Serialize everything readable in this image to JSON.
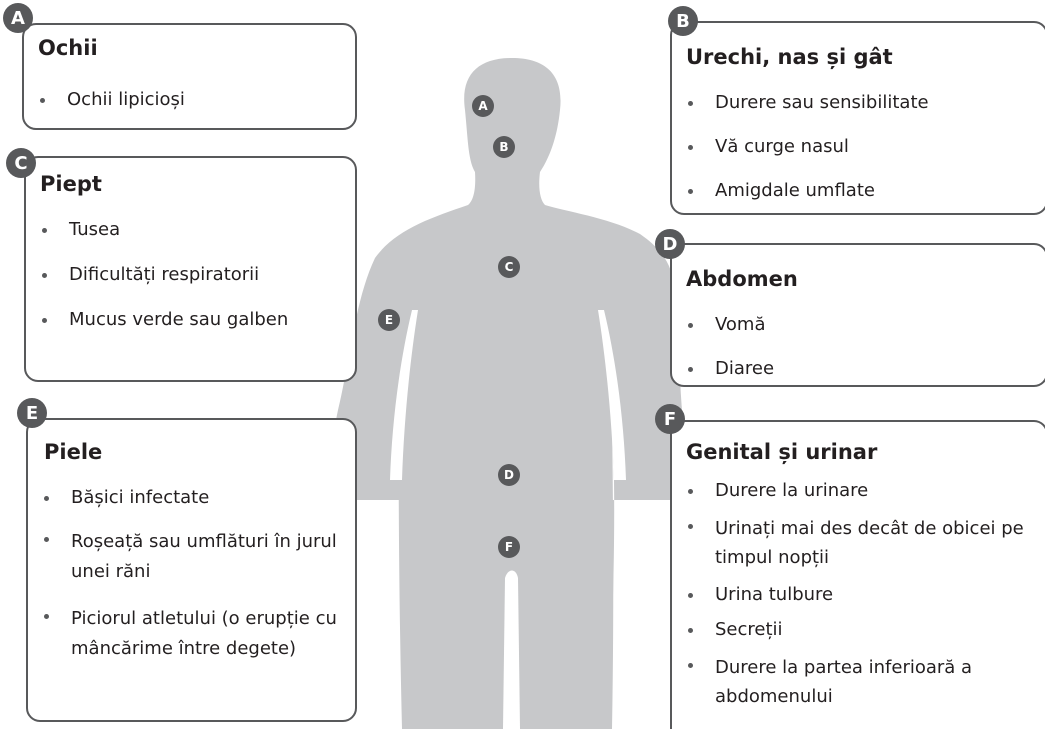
{
  "figure": {
    "body_color": "#c7c8ca",
    "accent_color": "#58595b",
    "border_color": "#58595b"
  },
  "markers": [
    {
      "letter": "A"
    },
    {
      "letter": "B"
    },
    {
      "letter": "C"
    },
    {
      "letter": "D"
    },
    {
      "letter": "E"
    },
    {
      "letter": "F"
    }
  ],
  "sections": {
    "A": {
      "letter": "A",
      "title": "Ochii",
      "items": [
        "Ochii lipicioși"
      ]
    },
    "B": {
      "letter": "B",
      "title": "Urechi, nas și gât",
      "items": [
        "Durere sau sensibilitate",
        "Vă curge nasul",
        "Amigdale umflate"
      ]
    },
    "C": {
      "letter": "C",
      "title": "Piept",
      "items": [
        "Tusea",
        "Dificultăți respiratorii",
        "Mucus verde sau galben"
      ]
    },
    "D": {
      "letter": "D",
      "title": "Abdomen",
      "items": [
        "Vomă",
        "Diaree"
      ]
    },
    "E": {
      "letter": "E",
      "title": "Piele",
      "items": [
        "Bășici infectate",
        "Roșeață sau umflături în jurul unei răni",
        "Piciorul atletului (o erupție cu mâncărime între degete)"
      ]
    },
    "F": {
      "letter": "F",
      "title": "Genital și urinar",
      "items": [
        "Durere la urinare",
        "Urinați mai des decât de obicei pe timpul nopții",
        "Urina tulbure",
        "Secreții",
        "Durere la partea inferioară a abdomenului"
      ]
    }
  }
}
